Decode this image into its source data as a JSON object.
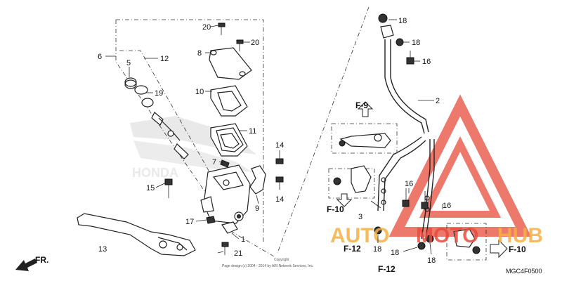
{
  "callouts": {
    "c1": "1",
    "c2": "2",
    "c3": "3",
    "c5": "5",
    "c6": "6",
    "c7": "7",
    "c8": "8",
    "c9": "9",
    "c10": "10",
    "c11": "11",
    "c12": "12",
    "c13": "13",
    "c14a": "14",
    "c14b": "14",
    "c15": "15",
    "c16a": "16",
    "c16b": "16",
    "c16c": "16",
    "c17": "17",
    "c18a": "18",
    "c18b": "18",
    "c18c": "18",
    "c18d": "18",
    "c18e": "18",
    "c19": "19",
    "c20a": "20",
    "c20b": "20",
    "c21": "21"
  },
  "frame_refs": {
    "f9": "F-9",
    "f10a": "F-10",
    "f10b": "F-10",
    "f12a": "F-12",
    "f12b": "F-12"
  },
  "direction_label": "FR.",
  "diagram_code": "MGC4F0500",
  "copyright_line": "Page design (c) 2004 - 2014 by ARI Network Services, Inc.",
  "copyright_tiny": "Copyright",
  "watermark": {
    "text_a": "AUTO",
    "text_b": "MOTO",
    "text_c": "HUB",
    "color_orange": "#f5b041",
    "color_red": "#e74c3c"
  },
  "background_logo": "HONDA"
}
